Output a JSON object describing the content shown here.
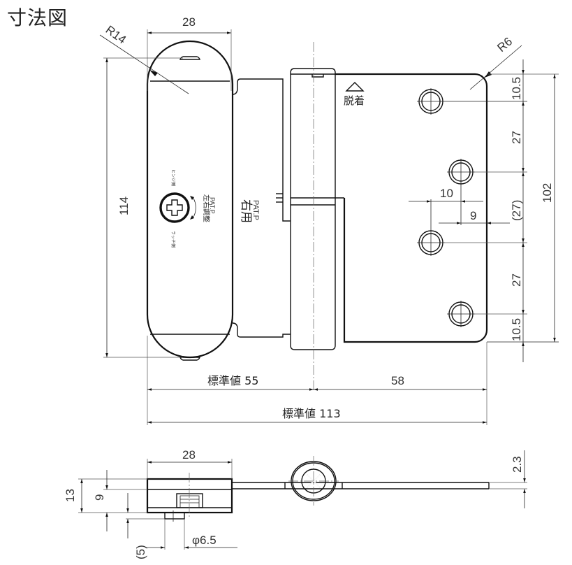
{
  "title": "寸法図",
  "front_view": {
    "dimensions": {
      "r14": "R14",
      "top_width": "28",
      "height_114": "114",
      "r6": "R6",
      "d_10_5_top": "10.5",
      "d_27_a": "27",
      "d_27_paren": "(27)",
      "d_27_b": "27",
      "d_10_5_bottom": "10.5",
      "height_102": "102",
      "d_10": "10",
      "d_9": "9",
      "std_55": "標準値 55",
      "d_58": "58",
      "std_113": "標準値 113"
    },
    "labels": {
      "detach": "脱着",
      "right_use": "右用",
      "pat_p_main": "PAT.P",
      "lr_adjust": "左右調整",
      "pat_p_adjust": "PAT.P",
      "hinge_side": "ヒンジ側",
      "latch_side": "ラッチ側"
    }
  },
  "side_view": {
    "dimensions": {
      "width_28": "28",
      "d_13": "13",
      "d_9": "9",
      "d_5": "(5)",
      "phi_6_5": "φ6.5",
      "d_2_3": "2.3"
    }
  }
}
